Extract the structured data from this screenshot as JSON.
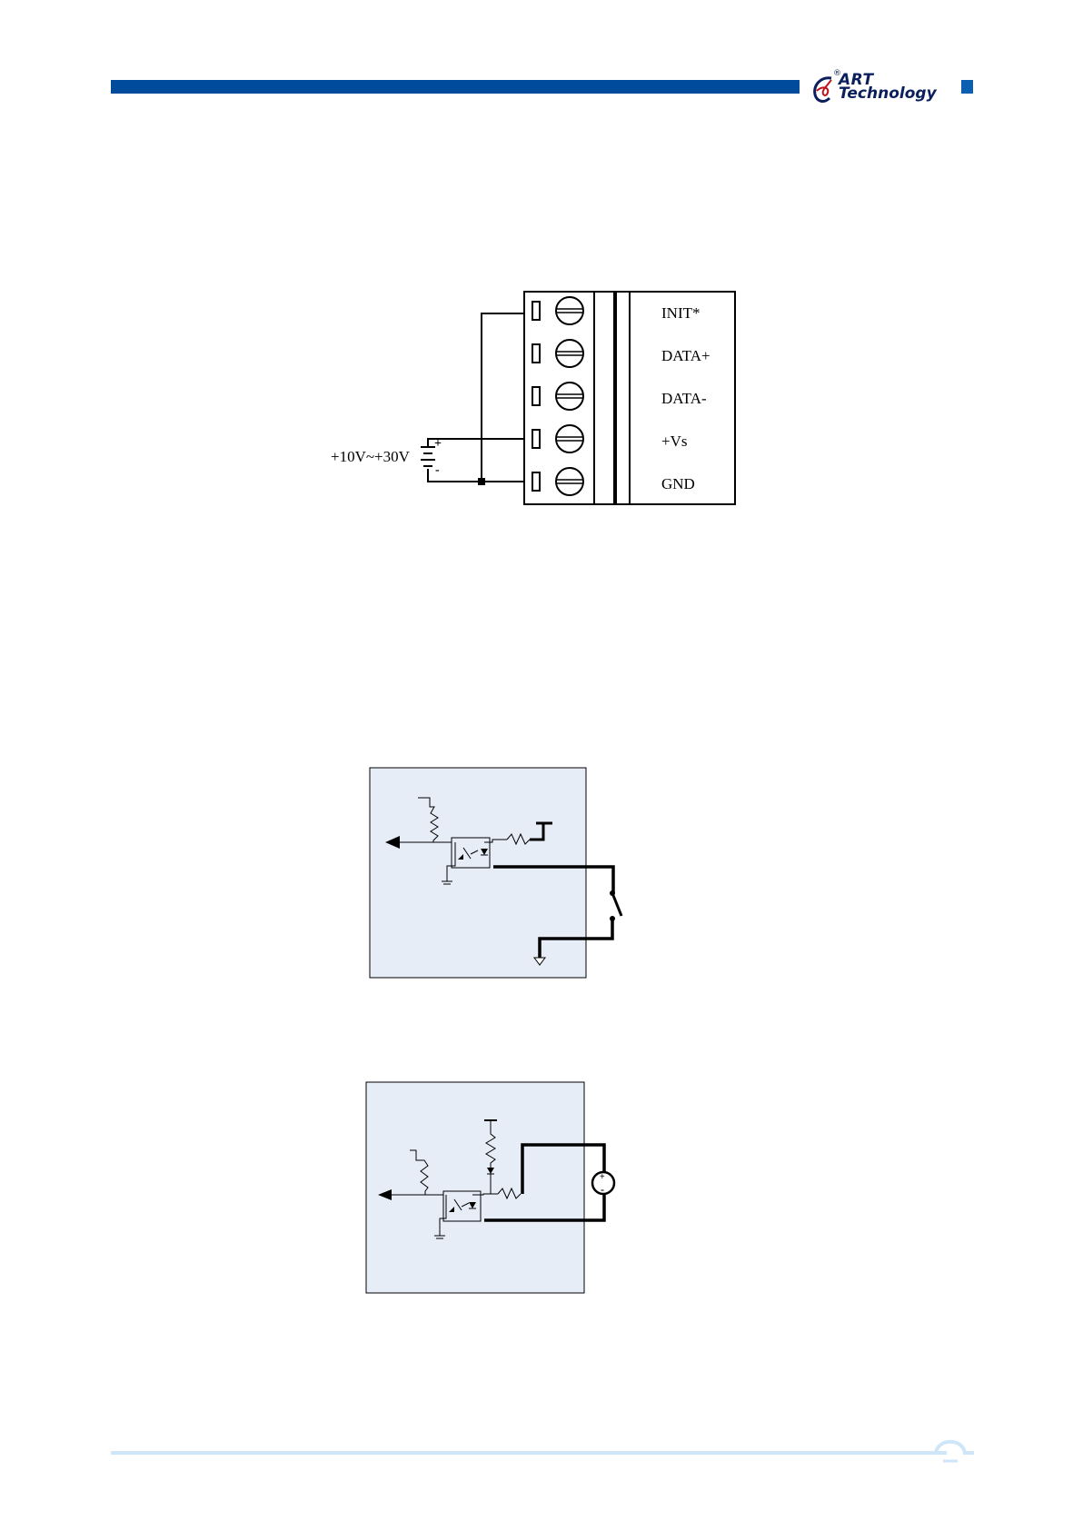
{
  "header": {
    "brand_line1": "ART",
    "brand_line2": "Technology",
    "brand_registered": "®",
    "bar_color": "#004b9b"
  },
  "figure_terminal": {
    "supply_label": "+10V~+30V",
    "battery_plus": "+",
    "battery_minus": "-",
    "pins": [
      {
        "label": "INIT*"
      },
      {
        "label": "DATA+"
      },
      {
        "label": "DATA-"
      },
      {
        "label": "+Vs"
      },
      {
        "label": "GND"
      }
    ]
  },
  "figure_switch_input": {
    "panel_color": "#e6edf7",
    "description": "dry contact input via optocoupler"
  },
  "figure_source_input": {
    "panel_color": "#e6edf7",
    "source_plus": "+",
    "source_minus": "-",
    "description": "wet contact input via optocoupler"
  },
  "footer": {
    "line_color": "#cfe6f8"
  }
}
